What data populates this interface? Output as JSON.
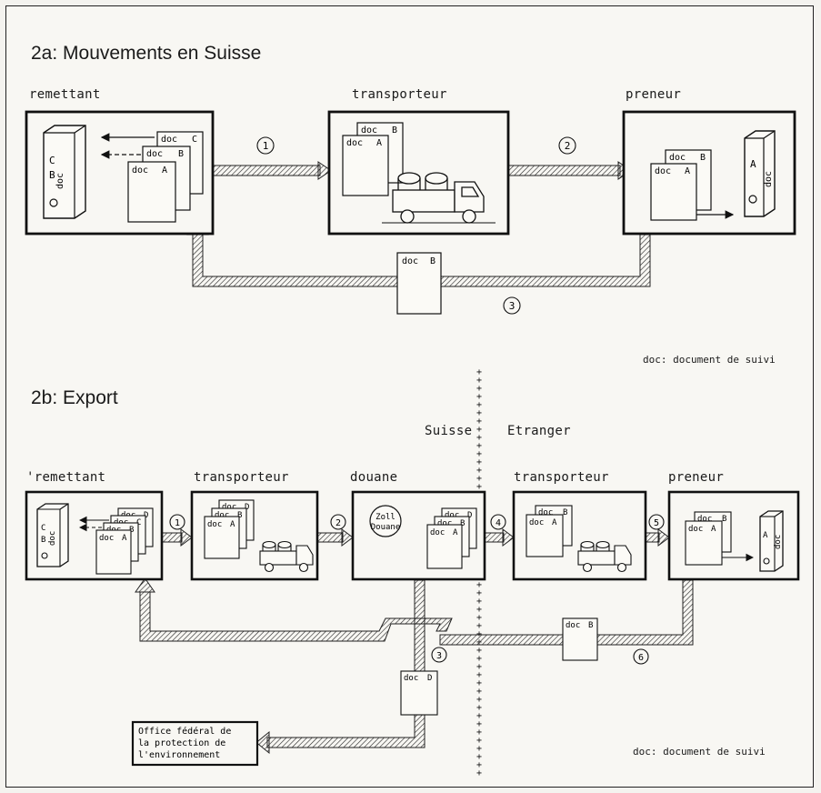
{
  "section_a": {
    "title": "2a: Mouvements en Suisse",
    "sender": "remettant",
    "carrier": "transporteur",
    "receiver": "preneur",
    "doc_word": "doc",
    "doc_a": "A",
    "doc_b": "B",
    "doc_c": "C",
    "step1": "1",
    "step2": "2",
    "step3": "3",
    "legend": "doc: document de suivi"
  },
  "section_b": {
    "title": "2b: Export",
    "sender": "'remettant",
    "carrier1": "transporteur",
    "customs": "douane",
    "carrier2": "transporteur",
    "receiver": "preneur",
    "region_left": "Suisse",
    "region_right": "Etranger",
    "stamp_line1": "Zoll",
    "stamp_line2": "Douane",
    "doc_a": "A",
    "doc_b": "B",
    "doc_c": "C",
    "doc_d": "D",
    "doc_word": "doc",
    "step1": "1",
    "step2": "2",
    "step3": "3",
    "step4": "4",
    "step5": "5",
    "step6": "6",
    "office_line1": "Office fédéral de",
    "office_line2": "la protection de",
    "office_line3": "l'environnement",
    "legend": "doc: document de suivi"
  }
}
